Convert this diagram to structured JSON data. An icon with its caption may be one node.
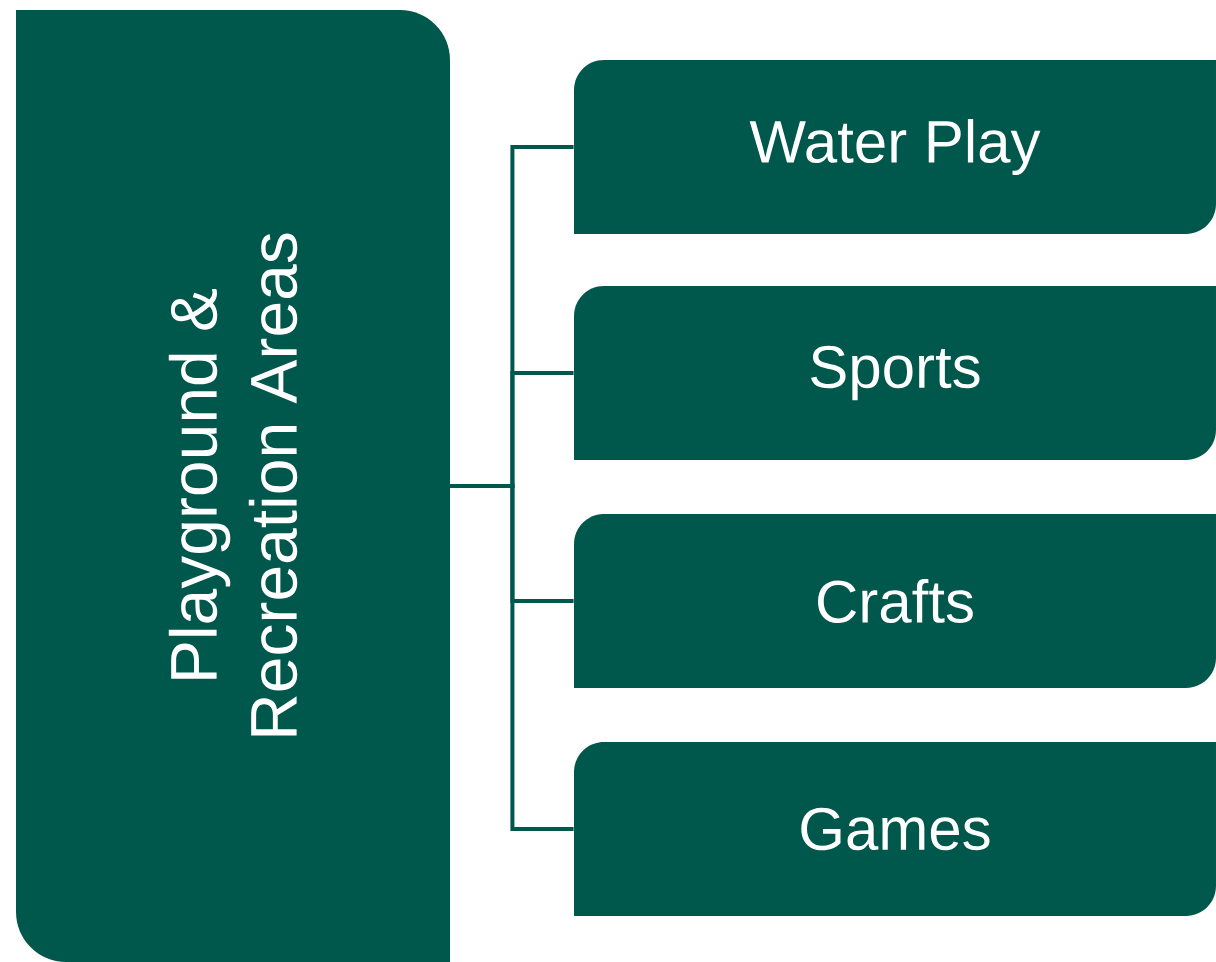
{
  "diagram": {
    "nodes": [
      {
        "text": [
          "Playground & Recreation Areas"
        ]
      },
      {
        "text": [
          "Water Play"
        ]
      },
      {
        "text": [
          "Sports"
        ]
      },
      {
        "text": [
          "Crafts"
        ]
      },
      {
        "text": [
          "Games"
        ]
      }
    ],
    "edges": [
      {
        "from": 0,
        "to": 1,
        "arrow": "none"
      },
      {
        "from": 0,
        "to": 2,
        "arrow": "none"
      },
      {
        "from": 0,
        "to": 3,
        "arrow": "none"
      },
      {
        "from": 0,
        "to": 4,
        "arrow": "none"
      }
    ]
  }
}
